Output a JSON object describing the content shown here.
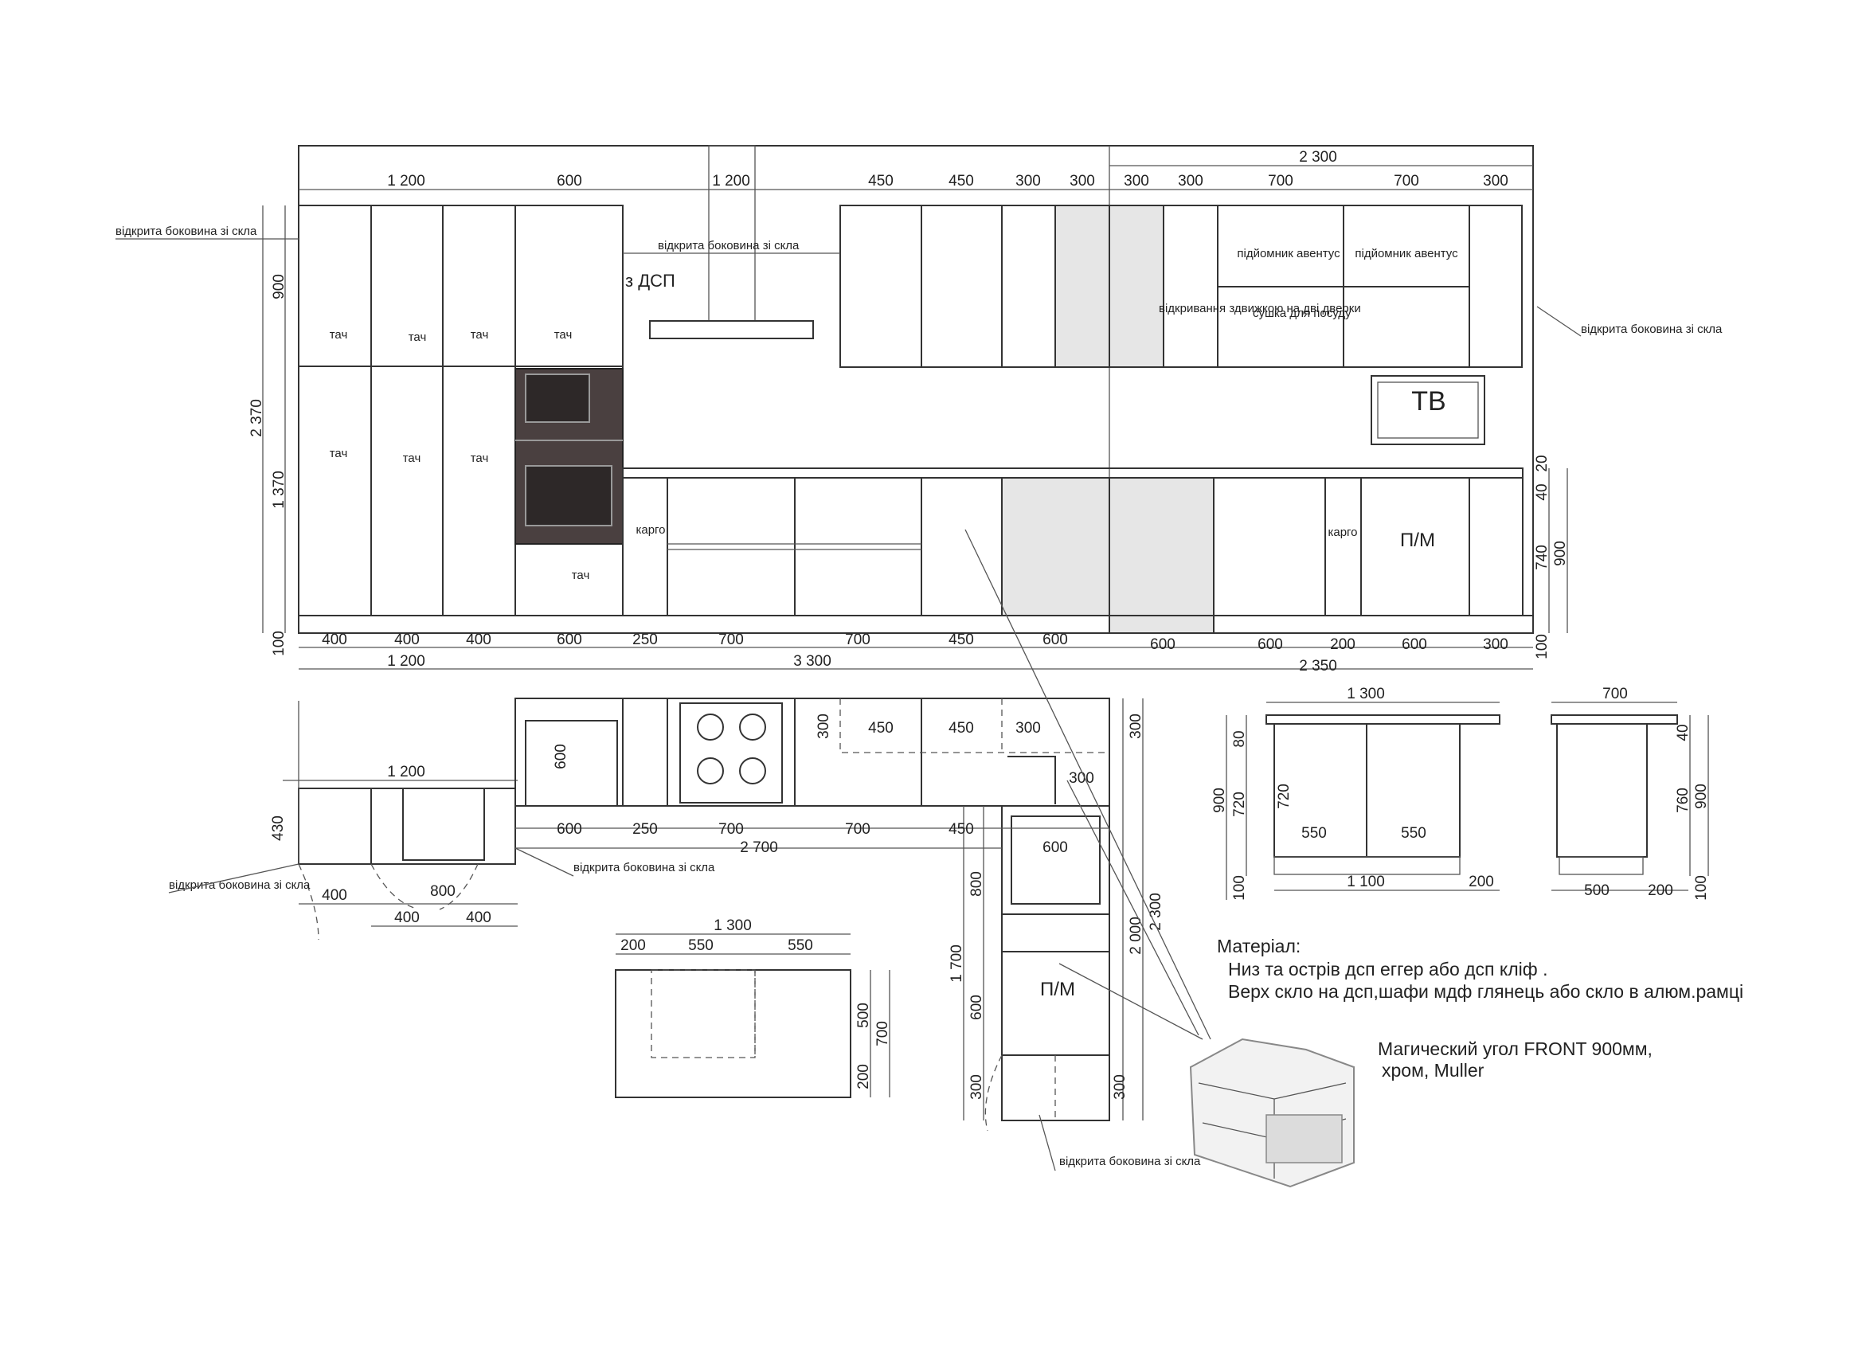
{
  "elevation": {
    "top_total": "2 300",
    "top_dims": [
      "1 200",
      "600",
      "1 200",
      "450",
      "450",
      "300",
      "300",
      "300",
      "300",
      "700",
      "700",
      "300"
    ],
    "bottom_dims": [
      "400",
      "400",
      "400",
      "600",
      "250",
      "700",
      "700",
      "450",
      "600",
      "600",
      "600",
      "200",
      "600",
      "300"
    ],
    "bottom_totals": [
      "1 200",
      "3 300",
      "2 350"
    ],
    "left_dims": [
      "900",
      "2 370",
      "1 370",
      "100"
    ],
    "right_dims": [
      "20",
      "40",
      "900",
      "740",
      "100"
    ],
    "labels": {
      "tach": "тач",
      "cargo": "карго",
      "pm": "П/М",
      "tv": "ТВ",
      "lift": "підйомник авентус",
      "dryer": "сушка для посуду",
      "two_doors": "відкривання здвижкою на дві дверки",
      "glass_side": "відкрита боковина зі скла",
      "dsp_note": "з ДСП"
    }
  },
  "plan": {
    "island_left_dims": [
      "1 200",
      "430",
      "400",
      "800",
      "400",
      "400"
    ],
    "main_dims": [
      "300",
      "450",
      "450",
      "300",
      "600",
      "250",
      "700",
      "700",
      "450",
      "2 700",
      "300",
      "600"
    ],
    "corner_dims": [
      "800",
      "1 700",
      "600",
      "300",
      "2 000",
      "2 300",
      "300",
      "300"
    ],
    "island_dims": [
      "1 300",
      "200",
      "550",
      "550",
      "500",
      "700",
      "200"
    ],
    "pm": "П/М"
  },
  "island_elev": {
    "front": {
      "top": "1 300",
      "dims": [
        "80",
        "900",
        "720",
        "720",
        "550",
        "550",
        "1 100",
        "200",
        "100"
      ]
    },
    "side": {
      "top": "700",
      "dims": [
        "40",
        "760",
        "900",
        "500",
        "200",
        "100"
      ]
    }
  },
  "notes": {
    "material_title": "Матеріал:",
    "material_1": "Низ  та острів дсп еггер або дсп кліф .",
    "material_2": "Верх скло на дсп,шафи мдф глянець або скло в алюм.рамці",
    "magic_1": "Магический угол FRONT 900мм,",
    "magic_2": "хром, Muller"
  }
}
